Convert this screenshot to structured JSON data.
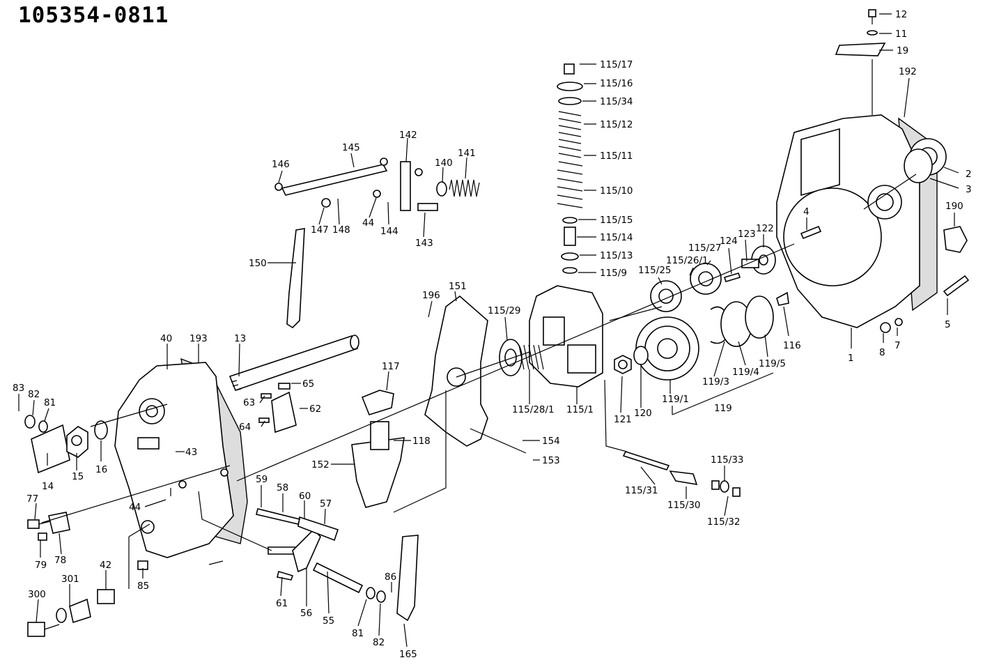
{
  "drawing_number": "105354-0811",
  "callouts": [
    {
      "id": "c-12",
      "label": "12"
    },
    {
      "id": "c-11",
      "label": "11"
    },
    {
      "id": "c-19",
      "label": "19"
    },
    {
      "id": "c-192",
      "label": "192"
    },
    {
      "id": "c-2",
      "label": "2"
    },
    {
      "id": "c-3",
      "label": "3"
    },
    {
      "id": "c-190",
      "label": "190"
    },
    {
      "id": "c-4",
      "label": "4"
    },
    {
      "id": "c-5",
      "label": "5"
    },
    {
      "id": "c-7",
      "label": "7"
    },
    {
      "id": "c-8",
      "label": "8"
    },
    {
      "id": "c-1",
      "label": "1"
    },
    {
      "id": "c-116",
      "label": "116"
    },
    {
      "id": "c-122",
      "label": "122"
    },
    {
      "id": "c-123",
      "label": "123"
    },
    {
      "id": "c-124",
      "label": "124"
    },
    {
      "id": "c-115-27",
      "label": "115/27"
    },
    {
      "id": "c-115-26-1",
      "label": "115/26/1"
    },
    {
      "id": "c-115-25",
      "label": "115/25"
    },
    {
      "id": "c-119-5",
      "label": "119/5"
    },
    {
      "id": "c-119-4",
      "label": "119/4"
    },
    {
      "id": "c-119-3",
      "label": "119/3"
    },
    {
      "id": "c-119-1",
      "label": "119/1"
    },
    {
      "id": "c-119",
      "label": "119"
    },
    {
      "id": "c-120",
      "label": "120"
    },
    {
      "id": "c-121",
      "label": "121"
    },
    {
      "id": "c-115-17",
      "label": "115/17"
    },
    {
      "id": "c-115-16",
      "label": "115/16"
    },
    {
      "id": "c-115-34",
      "label": "115/34"
    },
    {
      "id": "c-115-12",
      "label": "115/12"
    },
    {
      "id": "c-115-11",
      "label": "115/11"
    },
    {
      "id": "c-115-10",
      "label": "115/10"
    },
    {
      "id": "c-115-15",
      "label": "115/15"
    },
    {
      "id": "c-115-14",
      "label": "115/14"
    },
    {
      "id": "c-115-13",
      "label": "115/13"
    },
    {
      "id": "c-115-9",
      "label": "115/9"
    },
    {
      "id": "c-115-29",
      "label": "115/29"
    },
    {
      "id": "c-115-28-1",
      "label": "115/28/1"
    },
    {
      "id": "c-115-1",
      "label": "115/1"
    },
    {
      "id": "c-115-33",
      "label": "115/33"
    },
    {
      "id": "c-115-31",
      "label": "115/31"
    },
    {
      "id": "c-115-30",
      "label": "115/30"
    },
    {
      "id": "c-115-32",
      "label": "115/32"
    },
    {
      "id": "c-142",
      "label": "142"
    },
    {
      "id": "c-145",
      "label": "145"
    },
    {
      "id": "c-146",
      "label": "146"
    },
    {
      "id": "c-140",
      "label": "140"
    },
    {
      "id": "c-141",
      "label": "141"
    },
    {
      "id": "c-147",
      "label": "147"
    },
    {
      "id": "c-148",
      "label": "148"
    },
    {
      "id": "c-44a",
      "label": "44"
    },
    {
      "id": "c-144",
      "label": "144"
    },
    {
      "id": "c-143",
      "label": "143"
    },
    {
      "id": "c-150",
      "label": "150"
    },
    {
      "id": "c-196",
      "label": "196"
    },
    {
      "id": "c-151",
      "label": "151"
    },
    {
      "id": "c-117",
      "label": "117"
    },
    {
      "id": "c-118",
      "label": "118"
    },
    {
      "id": "c-152",
      "label": "152"
    },
    {
      "id": "c-154",
      "label": "154"
    },
    {
      "id": "c-153",
      "label": "153"
    },
    {
      "id": "c-40",
      "label": "40"
    },
    {
      "id": "c-193",
      "label": "193"
    },
    {
      "id": "c-13",
      "label": "13"
    },
    {
      "id": "c-65",
      "label": "65"
    },
    {
      "id": "c-63",
      "label": "63"
    },
    {
      "id": "c-62",
      "label": "62"
    },
    {
      "id": "c-64",
      "label": "64"
    },
    {
      "id": "c-83",
      "label": "83"
    },
    {
      "id": "c-82a",
      "label": "82"
    },
    {
      "id": "c-81a",
      "label": "81"
    },
    {
      "id": "c-43",
      "label": "43"
    },
    {
      "id": "c-14",
      "label": "14"
    },
    {
      "id": "c-15",
      "label": "15"
    },
    {
      "id": "c-16",
      "label": "16"
    },
    {
      "id": "c-77",
      "label": "77"
    },
    {
      "id": "c-44b",
      "label": "44"
    },
    {
      "id": "c-79",
      "label": "79"
    },
    {
      "id": "c-78",
      "label": "78"
    },
    {
      "id": "c-42",
      "label": "42"
    },
    {
      "id": "c-85",
      "label": "85"
    },
    {
      "id": "c-300",
      "label": "300"
    },
    {
      "id": "c-301",
      "label": "301"
    },
    {
      "id": "c-59",
      "label": "59"
    },
    {
      "id": "c-58",
      "label": "58"
    },
    {
      "id": "c-60",
      "label": "60"
    },
    {
      "id": "c-57",
      "label": "57"
    },
    {
      "id": "c-61",
      "label": "61"
    },
    {
      "id": "c-56",
      "label": "56"
    },
    {
      "id": "c-55",
      "label": "55"
    },
    {
      "id": "c-86",
      "label": "86"
    },
    {
      "id": "c-81b",
      "label": "81"
    },
    {
      "id": "c-82b",
      "label": "82"
    },
    {
      "id": "c-165",
      "label": "165"
    }
  ]
}
